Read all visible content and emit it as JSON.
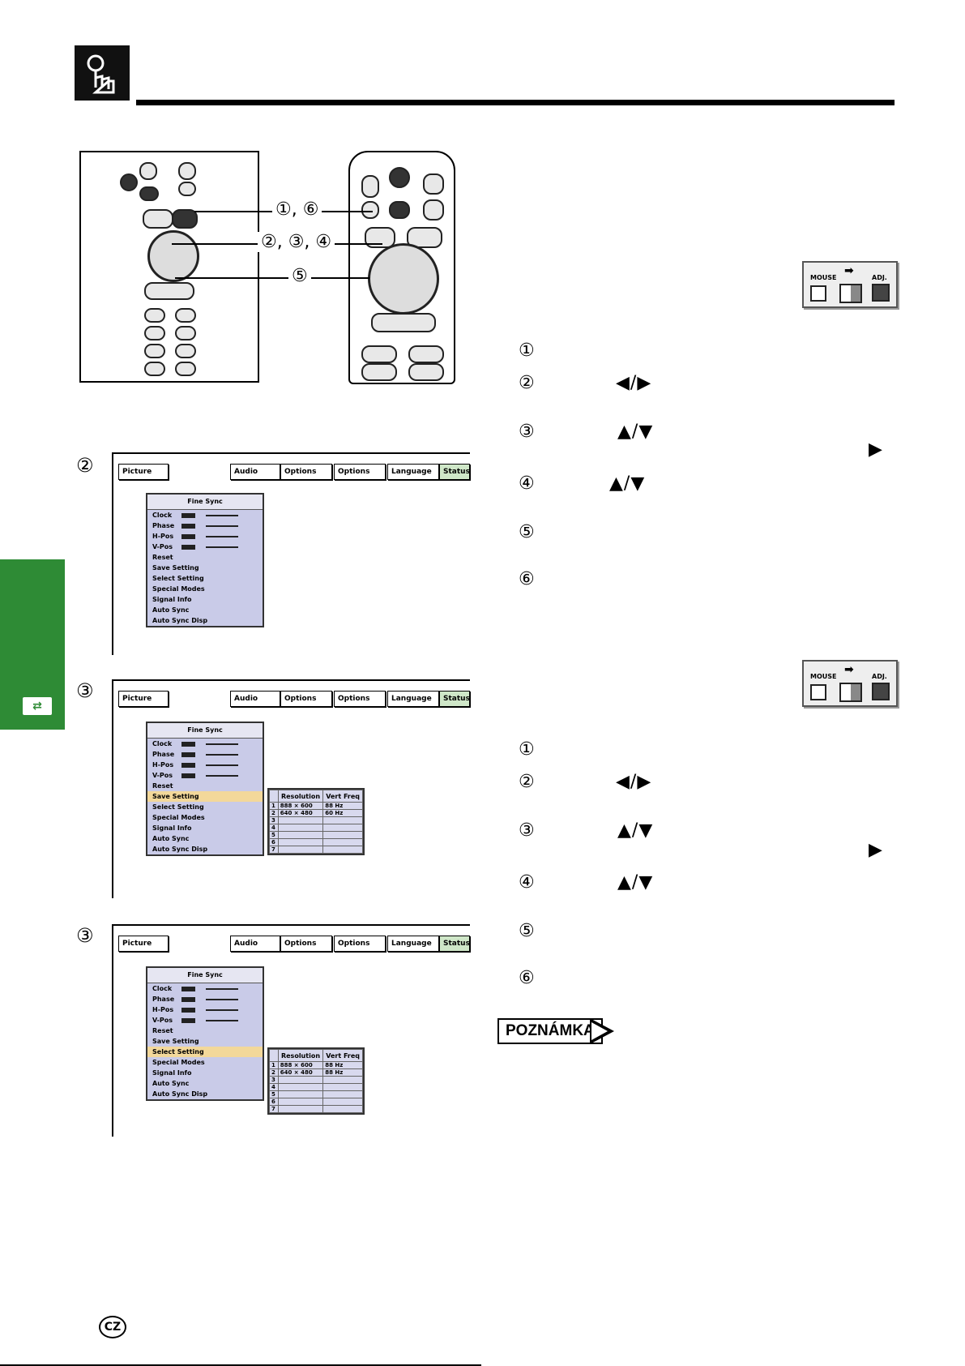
{
  "header": {
    "icon": "hand-pointer-icon"
  },
  "sidebar": {
    "icon": "connector-icon",
    "color": "#2e8b35"
  },
  "remote_callouts": {
    "c1": "①, ⑥",
    "c2": "②, ③, ④",
    "c3": "⑤"
  },
  "screens": [
    {
      "step": "②",
      "tabs": [
        "Picture",
        "Audio",
        "Options",
        "Options",
        "Language",
        "Status"
      ],
      "menu_title": "Fine Sync",
      "rows": [
        "Clock",
        "Phase",
        "H-Pos",
        "V-Pos",
        "Reset",
        "Save Setting",
        "Select Setting",
        "Special Modes",
        "Signal Info",
        "Auto Sync",
        "Auto Sync Disp"
      ],
      "highlight": -1
    },
    {
      "step": "③",
      "tabs": [
        "Picture",
        "Audio",
        "Options",
        "Options",
        "Language",
        "Status"
      ],
      "menu_title": "Fine Sync",
      "rows": [
        "Clock",
        "Phase",
        "H-Pos",
        "V-Pos",
        "Reset",
        "Save Setting",
        "Select Setting",
        "Special Modes",
        "Signal Info",
        "Auto Sync",
        "Auto Sync Disp"
      ],
      "highlight": 5,
      "table": {
        "headers": [
          "Resolution",
          "Vert Freq"
        ],
        "rows": [
          [
            "1",
            "888 × 600",
            "88 Hz"
          ],
          [
            "2",
            "640 × 480",
            "60 Hz"
          ],
          [
            "3",
            "",
            ""
          ],
          [
            "4",
            "",
            ""
          ],
          [
            "5",
            "",
            ""
          ],
          [
            "6",
            "",
            ""
          ],
          [
            "7",
            "",
            ""
          ]
        ]
      }
    },
    {
      "step": "③",
      "tabs": [
        "Picture",
        "Audio",
        "Options",
        "Options",
        "Language",
        "Status"
      ],
      "menu_title": "Fine Sync",
      "rows": [
        "Clock",
        "Phase",
        "H-Pos",
        "V-Pos",
        "Reset",
        "Save Setting",
        "Select Setting",
        "Special Modes",
        "Signal Info",
        "Auto Sync",
        "Auto Sync Disp"
      ],
      "highlight": 6,
      "table": {
        "headers": [
          "Resolution",
          "Vert Freq"
        ],
        "rows": [
          [
            "1",
            "888 × 600",
            "88 Hz"
          ],
          [
            "2",
            "640 × 480",
            "88 Hz"
          ],
          [
            "3",
            "",
            ""
          ],
          [
            "4",
            "",
            ""
          ],
          [
            "5",
            "",
            ""
          ],
          [
            "6",
            "",
            ""
          ],
          [
            "7",
            "",
            ""
          ]
        ]
      }
    }
  ],
  "mode_switch": {
    "mouse": "MOUSE",
    "adj": "ADJ."
  },
  "procedure_a": {
    "n1": "①",
    "n2": "②",
    "n3": "③",
    "n4": "④",
    "n5": "⑤",
    "n6": "⑥",
    "lr": "◀/▶",
    "ud": "▲/▼",
    "right": "▶"
  },
  "procedure_b": {
    "n1": "①",
    "n2": "②",
    "n3": "③",
    "n4": "④",
    "n5": "⑤",
    "n6": "⑥",
    "lr": "◀/▶",
    "ud": "▲/▼",
    "right": "▶"
  },
  "note": {
    "label": "POZNÁMKA"
  },
  "footer": {
    "lang": "CZ"
  }
}
